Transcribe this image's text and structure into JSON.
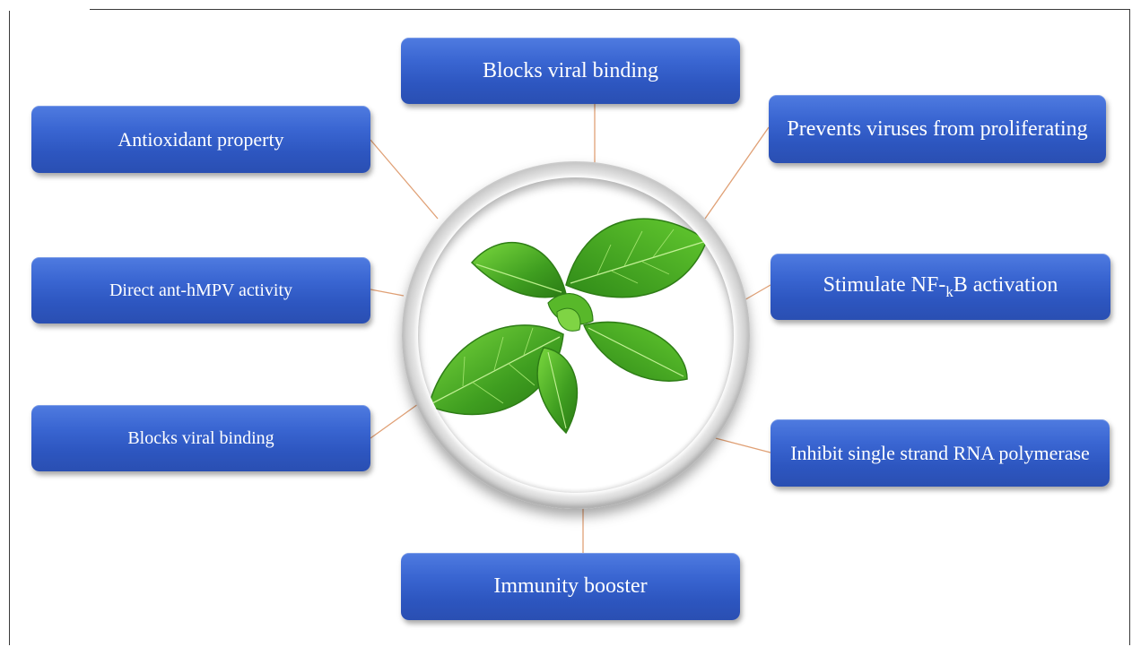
{
  "diagram": {
    "top_box": "Blocks viral binding",
    "left_top_box": "Antioxidant property",
    "left_mid_box": "Direct ant-hMPV activity",
    "left_bottom_box": "Blocks viral binding",
    "right_top_box": "Prevents viruses from proliferating",
    "right_mid_box_prefix": "Stimulate NF-",
    "right_mid_box_subscript": "k",
    "right_mid_box_suffix": "B activation",
    "right_bottom_box": "Inhibit single strand RNA polymerase",
    "bottom_box": "Immunity booster"
  },
  "colors": {
    "box_fill": "#3560cc",
    "connector": "#e0a075",
    "leaf_dark": "#2f8a18",
    "leaf_light": "#6ed236"
  }
}
